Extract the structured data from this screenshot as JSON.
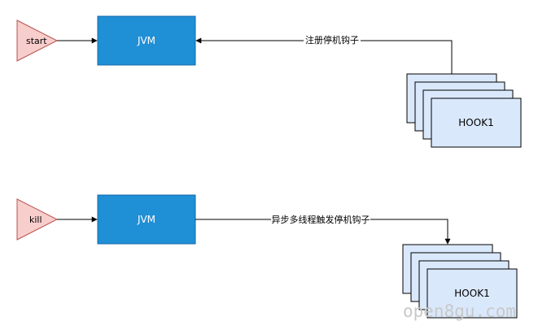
{
  "top": {
    "trigger_label": "start",
    "jvm_label": "JVM",
    "edge_label": "注册停机钩子",
    "hook_label": "HOOK1"
  },
  "bottom": {
    "trigger_label": "kill",
    "jvm_label": "JVM",
    "edge_label": "异步多线程触发停机钩子",
    "hook_label": "HOOK1"
  },
  "watermark": "open8gu.com",
  "colors": {
    "triangle_fill": "#f8cecc",
    "triangle_stroke": "#b85450",
    "jvm_fill": "#1f8fd6",
    "jvm_stroke": "#1669a8",
    "hook_fill": "#dae8fc",
    "hook_stroke": "#000000",
    "edge": "#000000"
  }
}
